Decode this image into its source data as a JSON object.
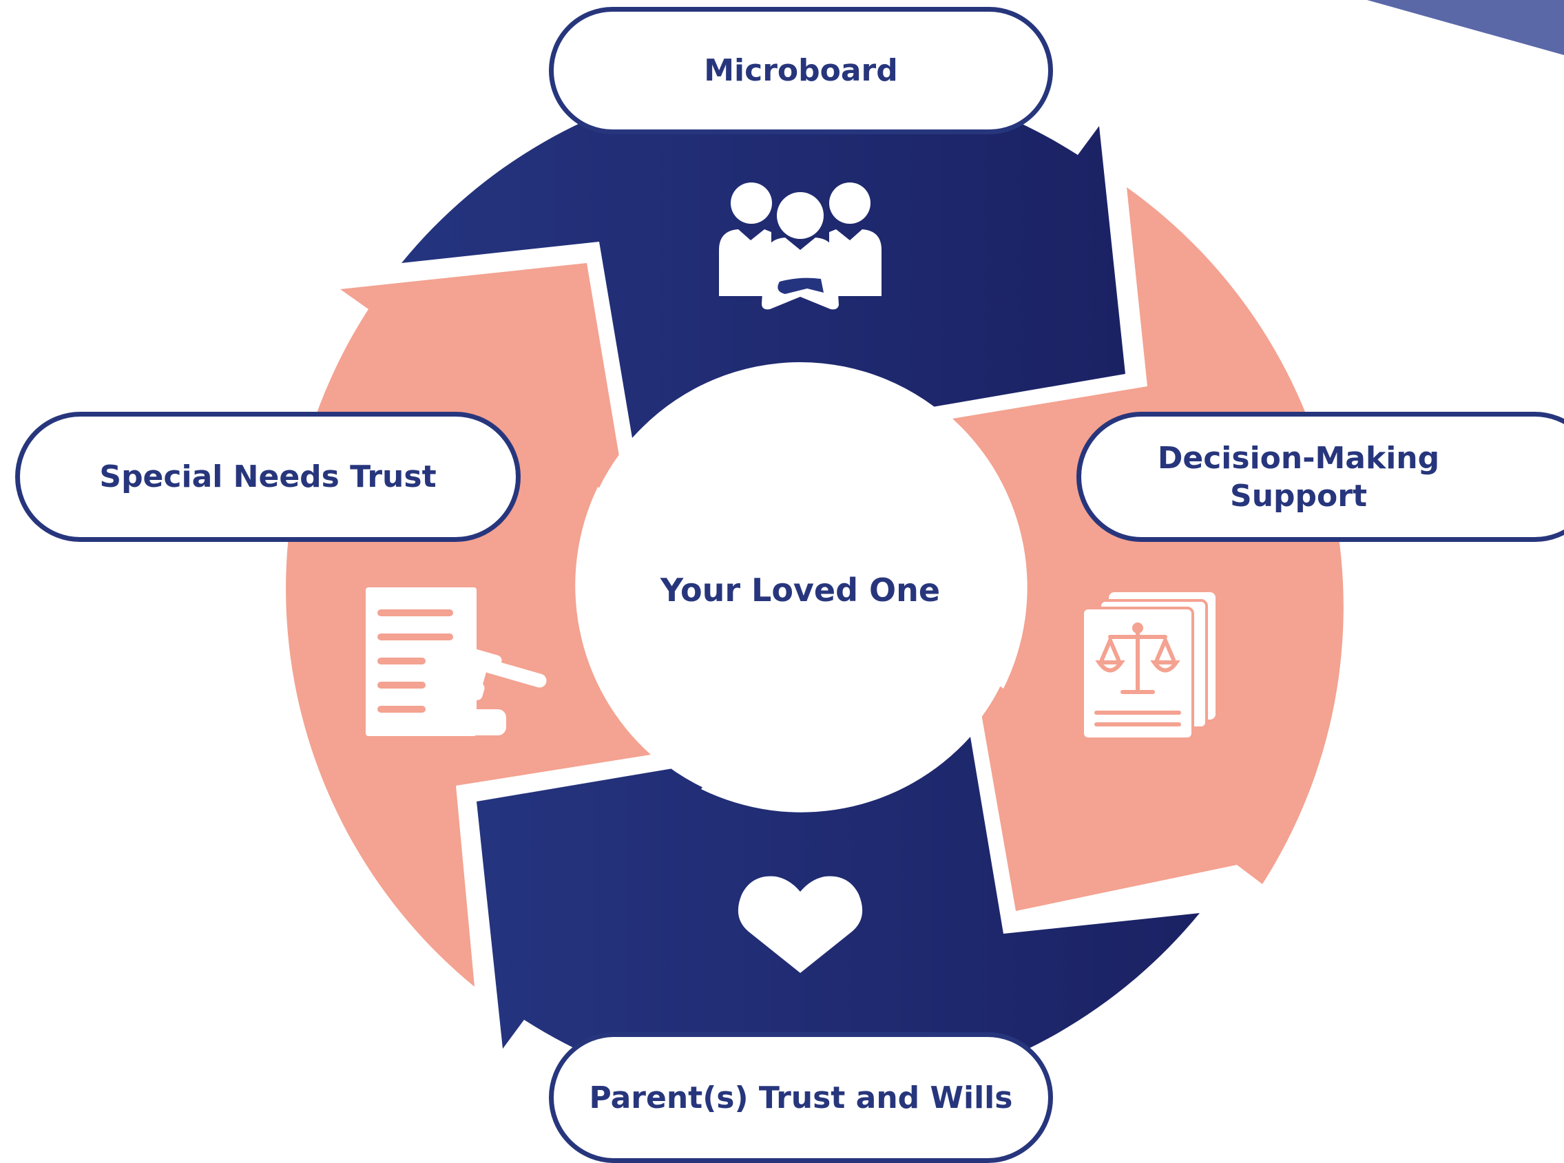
{
  "center": {
    "label": "Your Loved One"
  },
  "segments": {
    "top": {
      "label": "Microboard",
      "icon": "group-people-icon"
    },
    "right": {
      "label": "Decision-Making Support",
      "icon": "legal-document-scales-icon"
    },
    "bottom": {
      "label": "Parent(s) Trust and Wills",
      "icon": "heart-icon"
    },
    "left": {
      "label": "Special Needs Trust",
      "icon": "document-gavel-icon"
    }
  },
  "colors": {
    "navy": "#27367c",
    "navy_dark": "#1a2366",
    "salmon": "#f4a291",
    "white": "#ffffff",
    "corner_accent": "#5a68a8"
  }
}
